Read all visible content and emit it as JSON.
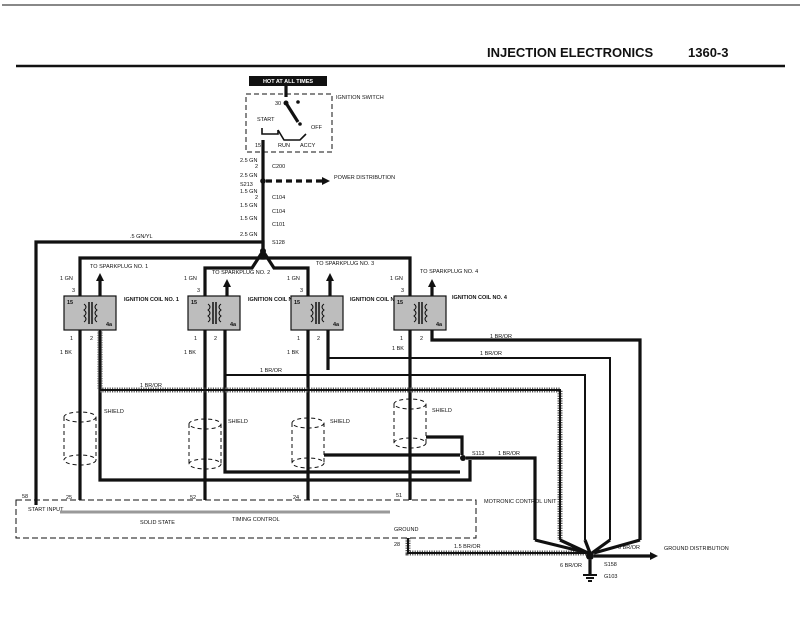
{
  "header": {
    "title": "INJECTION ELECTRONICS",
    "page": "1360-3"
  },
  "switch": {
    "hot_label": "HOT AT ALL TIMES",
    "name": "IGNITION SWITCH",
    "terminal_30": "30",
    "terminal_15": "15",
    "pos_start": "START",
    "pos_run": "RUN",
    "pos_accy": "ACCY",
    "pos_off": "OFF"
  },
  "feed": {
    "wire1": "2.5 GN",
    "conn1_pin": "2",
    "conn1": "C200",
    "wire2": "2.5 GN",
    "splice1": "S213",
    "power_dist": "POWER DISTRIBUTION",
    "wire3": "1.5 GN",
    "conn2_pin": "2",
    "conn2": "C104",
    "wire4": "1.5 GN",
    "conn3": "C104",
    "wire5": "1.5 GN",
    "conn4": "C101",
    "wire6": "2.5 GN",
    "splice2": "S128",
    "branch_wire": ".5 GN/YL"
  },
  "coils": [
    {
      "name": "IGNITION COIL NO. 1",
      "spark": "TO SPARKPLUG NO. 1",
      "feed": "1 GN",
      "pin15": "15",
      "pin4a": "4a",
      "pin3": "3",
      "pin1": "1",
      "pin2": "2",
      "out": "1 BK",
      "shield": "SHIELD",
      "ecu_pin": "25"
    },
    {
      "name": "IGNITION COIL NO. 2",
      "spark": "TO SPARKPLUG NO. 2",
      "feed": "1 GN",
      "pin15": "15",
      "pin4a": "4a",
      "pin3": "3",
      "pin1": "1",
      "pin2": "2",
      "out": "1 BK",
      "shield": "SHIELD",
      "ecu_pin": "52"
    },
    {
      "name": "IGNITION COIL NO. 3",
      "spark": "TO SPARKPLUG NO. 3",
      "feed": "1 GN",
      "pin15": "15",
      "pin4a": "4a",
      "pin3": "3",
      "pin1": "1",
      "pin2": "2",
      "out": "1 BK",
      "shield": "SHIELD",
      "ecu_pin": "24"
    },
    {
      "name": "IGNITION COIL NO. 4",
      "spark": "TO SPARKPLUG NO. 4",
      "feed": "1 GN",
      "pin15": "15",
      "pin4a": "4a",
      "pin3": "3",
      "pin1": "1",
      "pin2": "2",
      "out": "1 BK",
      "shield": "SHIELD",
      "ecu_pin": "51"
    }
  ],
  "ground_wires": {
    "w1": "1 BR/OR",
    "w2": "1 BR/OR",
    "w3": "1 BR/OR",
    "w4": "1 BR/OR",
    "splice_s113": "S113",
    "s113_wire": "1 BR/OR"
  },
  "ecu": {
    "name": "MOTRONIC CONTROL UNIT",
    "start_pin": "58",
    "start_label": "START INPUT",
    "solid_state": "SOLID STATE",
    "timing": "TIMING CONTROL",
    "ground_label": "GROUND",
    "ground_pin": "28",
    "ground_wire": "1.5 BR/OR"
  },
  "ground": {
    "wire_in": "6 BR/OR",
    "wire_out": "6 BR/OR",
    "distribution": "GROUND DISTRIBUTION",
    "splice": "S158",
    "point": "G103"
  }
}
